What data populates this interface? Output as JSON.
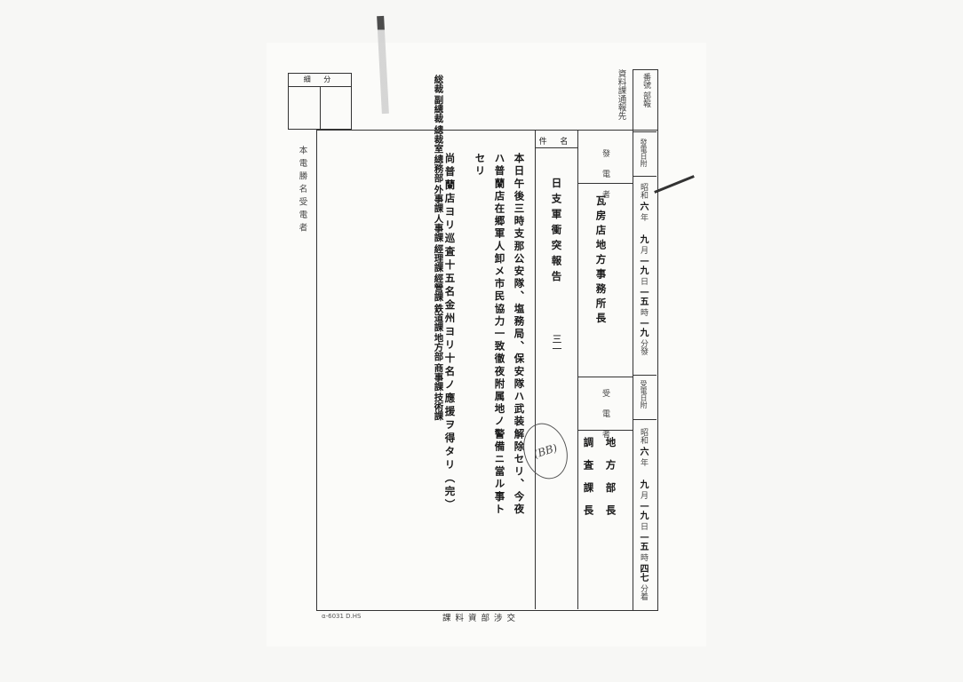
{
  "classification": {
    "label": "細 分"
  },
  "header": {
    "classification_stamp": "番號 部報",
    "distribution_label": "資料課通報先",
    "distribution": [
      "総裁",
      "副總裁",
      "總裁室",
      "總務部",
      "外事課",
      "人事課",
      "經理課",
      "經營課",
      "鉄道課",
      "地方部",
      "商事課",
      "技術課"
    ]
  },
  "side_note": "本電勝名受電者",
  "sender": {
    "label": "發電者",
    "value": "瓦房店地方事務所長",
    "date_label": "發電日附",
    "date": [
      "昭和",
      "六",
      "年",
      "九",
      "月",
      "一九",
      "日",
      "一五",
      "時",
      "一九",
      "分發"
    ]
  },
  "receiver": {
    "label": "受電者",
    "value_line1": "地方部長",
    "value_line2": "調査課長",
    "date_label": "受電日附",
    "date": [
      "昭和",
      "六",
      "年",
      "九",
      "月",
      "一九",
      "日",
      "一五",
      "時",
      "四七",
      "分着"
    ]
  },
  "subject": {
    "label": "件 名",
    "value": "日支軍衝突報告",
    "number": "三一"
  },
  "body": {
    "line1": "本日午後三時支那公安隊、塩務局、保安隊ハ武装解除セリ、今夜",
    "line2": "ハ普蘭店在郷軍人卸メ市民協力一致徹夜附属地ノ警備ニ當ル事ト",
    "line3": "セリ",
    "line4": "尚普蘭店ヨリ巡査十五名金州ヨリ十名ノ應援ヲ得タリ（完）"
  },
  "footer": {
    "form_code": "α-6031 D.HS",
    "department": "課料資部涉交"
  },
  "stamp": "(BB)"
}
